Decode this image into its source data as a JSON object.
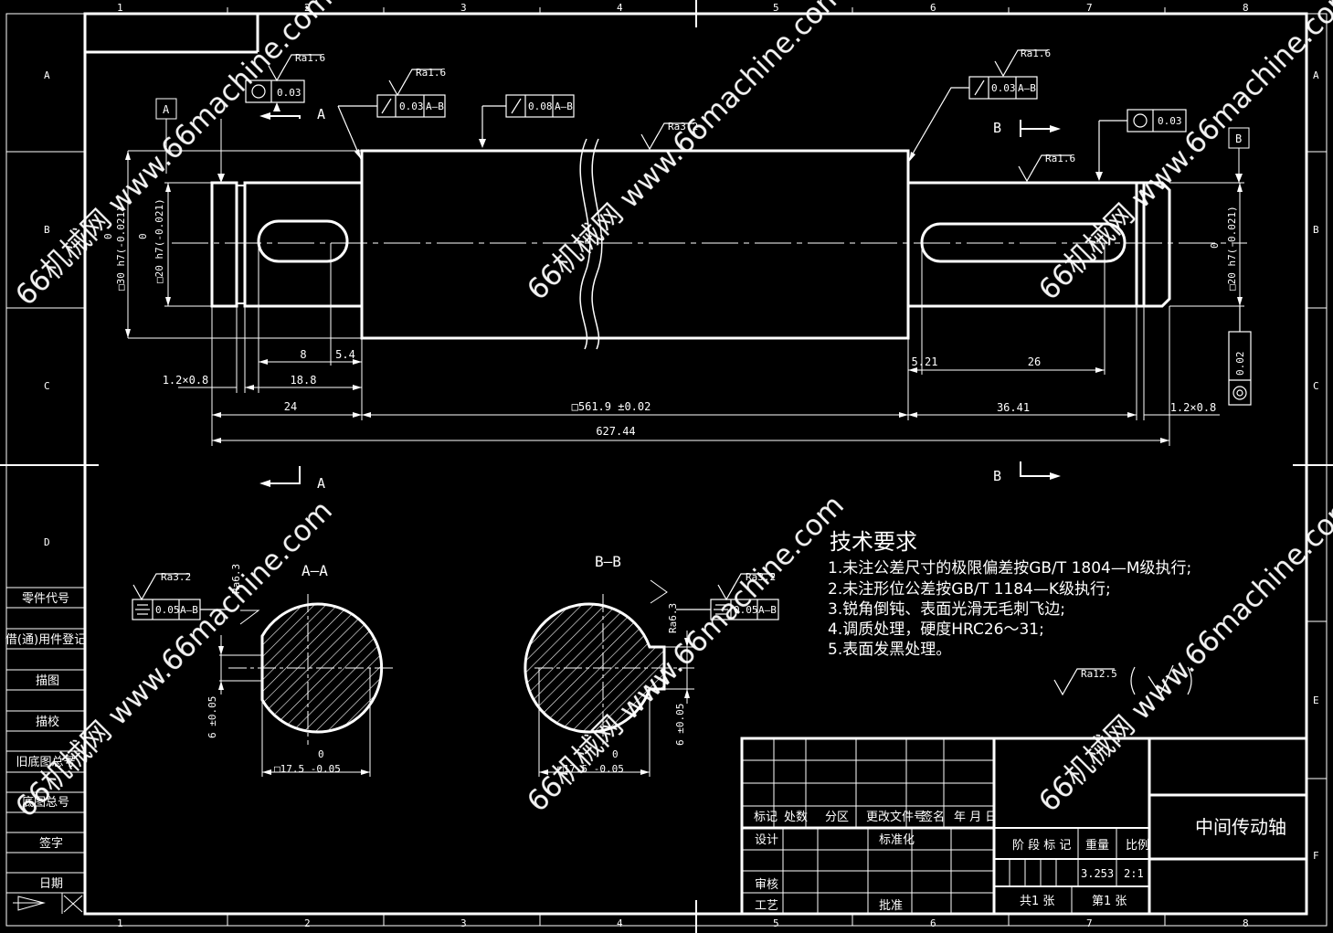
{
  "frame": {
    "columns": [
      "1",
      "2",
      "3",
      "4",
      "5",
      "6",
      "7",
      "8"
    ],
    "rows": [
      "A",
      "B",
      "C",
      "D",
      "E",
      "F"
    ]
  },
  "side_panel": [
    "零件代号",
    "借(通)用件登记",
    "描图",
    "描校",
    "旧底图总号",
    "底图总号",
    "签字",
    "日期"
  ],
  "views": {
    "section_a_label": "A—A",
    "section_b_label": "B—B",
    "cut_a": "A",
    "cut_b": "B"
  },
  "datums": {
    "a": "A",
    "b": "B"
  },
  "roughness": {
    "r1": "Ra1.6",
    "r2": "Ra1.6",
    "r3": "Ra3.2",
    "r4": "Ra1.6",
    "r5": "Ra1.6",
    "r6": "Ra3.2",
    "r7": "Ra3.2",
    "r8": "Ra6.3",
    "r9": "Ra6.3",
    "general": "Ra12.5"
  },
  "tolerances": {
    "circ_left": "0.03",
    "runout_left": "0.03",
    "runout_left_ref": "A—B",
    "runout_mid": "0.08",
    "runout_mid_ref": "A—B",
    "runout_right": "0.03",
    "runout_right_ref": "A—B",
    "circ_right": "0.03",
    "cyl_right": "0.02",
    "sym_a": "0.05",
    "sym_a_ref": "A—B",
    "sym_b": "0.05",
    "sym_b_ref": "A—B"
  },
  "dimensions": {
    "d30": "□30 h7(-0.021)",
    "d30_upper": "0",
    "d20_left": "□20 h7(-0.021)",
    "d20_left_upper": "0",
    "d20_right": "□20 h7(-0.021)",
    "d20_right_upper": "0",
    "d8": "8",
    "d54": "5.4",
    "d188": "18.8",
    "d12l": "1.2×0.8",
    "d24": "24",
    "d5619": "□561.9 ±0.02",
    "d62744": "627.44",
    "d521": "5.21",
    "d26": "26",
    "d3641": "36.41",
    "d12r": "1.2×0.8",
    "sec_a_width": "□17.5 -0.05",
    "sec_a_upper": "0",
    "sec_a_key": "6 ±0.05",
    "sec_b_width": "□17.5 -0.05",
    "sec_b_upper": "0",
    "sec_b_key": "6 ±0.05"
  },
  "tech": {
    "title": "技术要求",
    "items": [
      "1.未注公差尺寸的极限偏差按GB/T 1804—M级执行;",
      "2.未注形位公差按GB/T 1184—K级执行;",
      "3.锐角倒钝、表面光滑无毛刺飞边;",
      "4.调质处理，硬度HRC26～31;",
      "5.表面发黑处理。"
    ]
  },
  "title_block": {
    "h1": "标记",
    "h2": "处数",
    "h3": "分区",
    "h4": "更改文件号",
    "h5": "签名",
    "h6": "年 月 日",
    "design": "设计",
    "std": "标准化",
    "check": "审核",
    "craft": "工艺",
    "approve": "批准",
    "stage": "阶 段 标 记",
    "weight": "重量",
    "scale": "比例",
    "weight_val": "3.253",
    "scale_val": "2:1",
    "sheets_total": "共1 张",
    "sheet_no": "第1 张",
    "part_name": "中间传动轴"
  },
  "watermark": "66机械网 www.66machine.com"
}
